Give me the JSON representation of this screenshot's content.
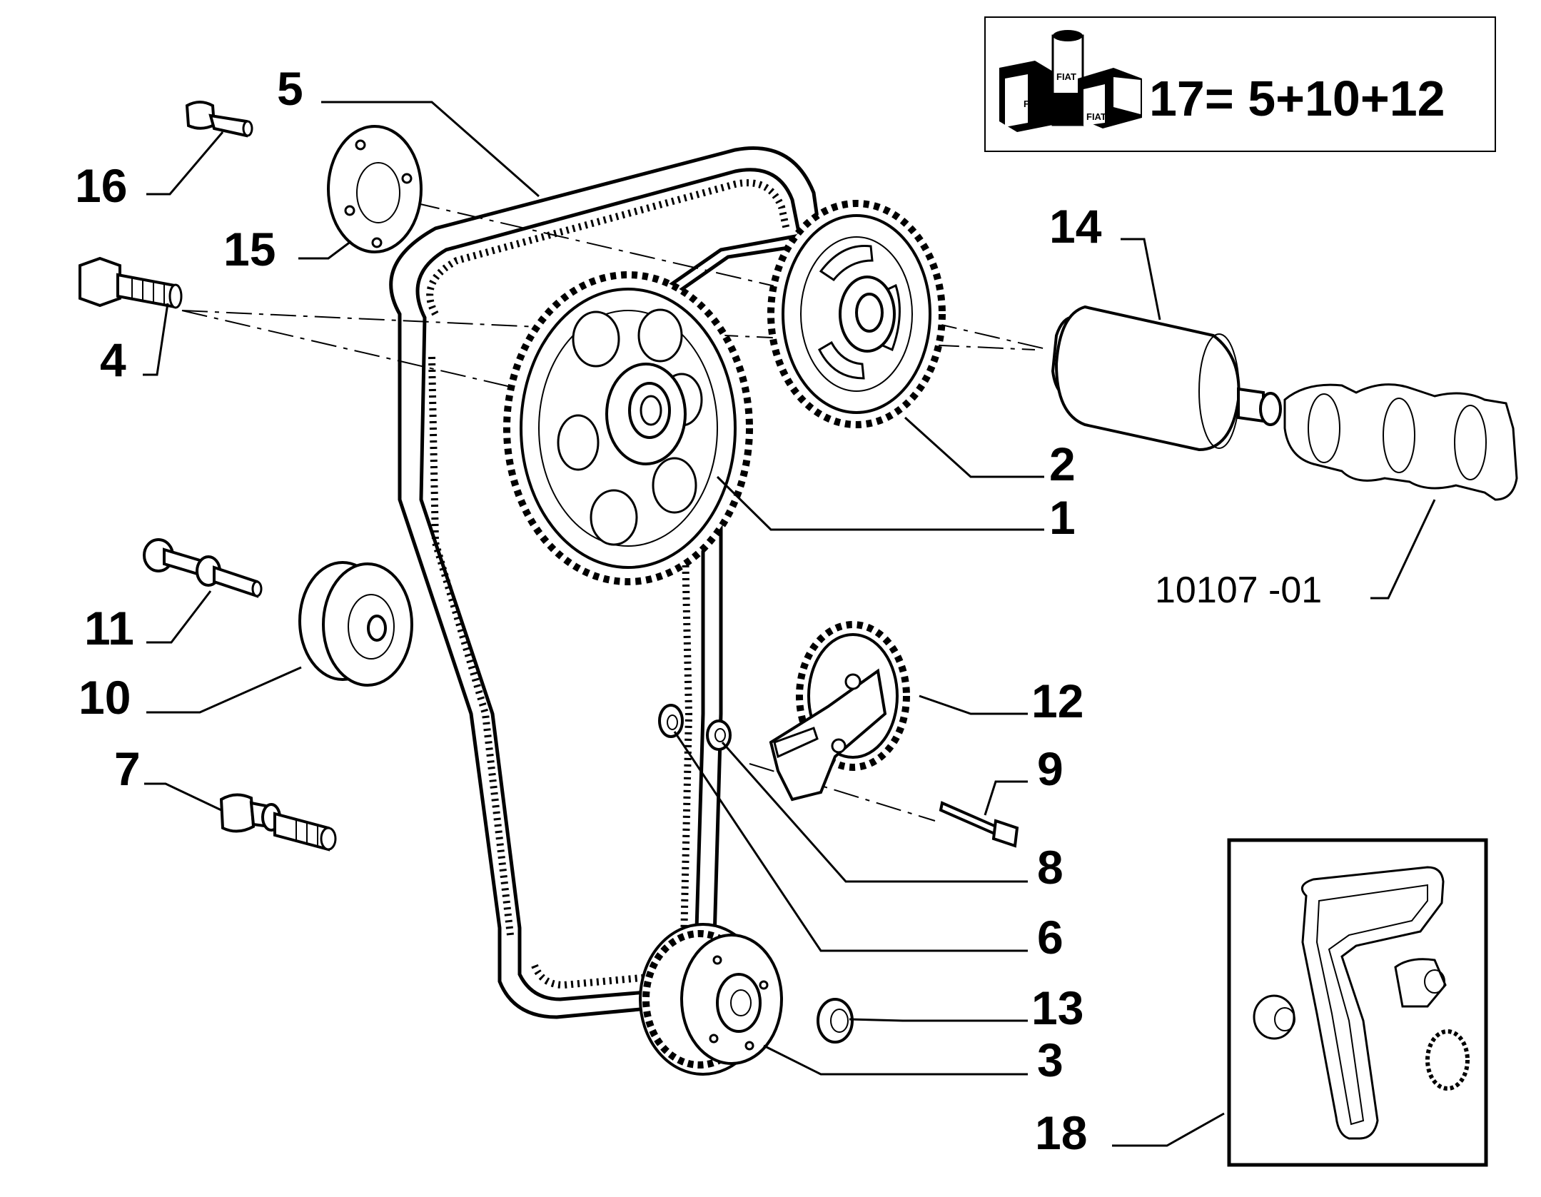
{
  "labels": {
    "p1": "1",
    "p2": "2",
    "p3": "3",
    "p4": "4",
    "p5": "5",
    "p6": "6",
    "p7": "7",
    "p8": "8",
    "p9": "9",
    "p10": "10",
    "p11": "11",
    "p12": "12",
    "p13": "13",
    "p14": "14",
    "p15": "15",
    "p16": "16",
    "p18": "18"
  },
  "kit": {
    "formula": "17= 5+10+12",
    "box_text": "FIAT"
  },
  "drawing_code": "10107 -01"
}
